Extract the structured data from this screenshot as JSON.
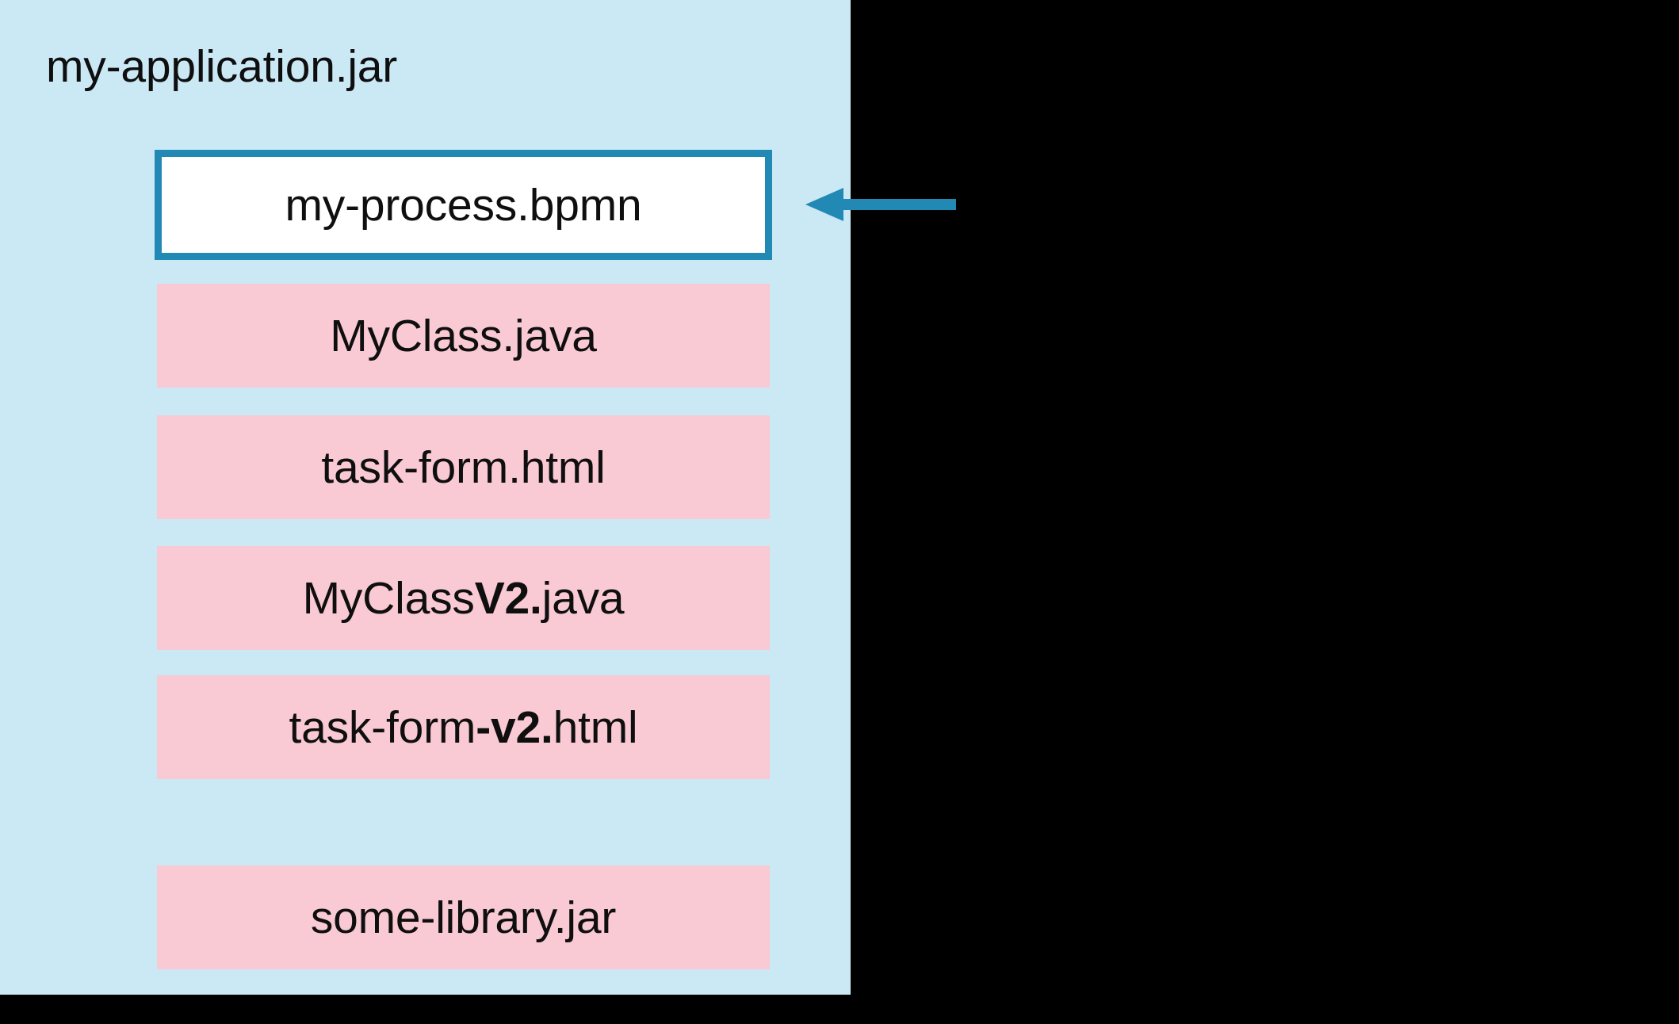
{
  "diagram": {
    "container": {
      "label": "my-application.jar",
      "background_color": "#cbe8f5"
    },
    "entries": [
      {
        "name": "my-process-bpmn",
        "text_plain": "my-process.bpmn",
        "parts": [
          {
            "text": "my-process.bpmn",
            "bold": false
          }
        ],
        "style": "highlighted",
        "fill_color": "#ffffff",
        "border_color": "#2189b3"
      },
      {
        "name": "myclass-java",
        "text_plain": "MyClass.java",
        "parts": [
          {
            "text": "MyClass.java",
            "bold": false
          }
        ],
        "style": "resource",
        "fill_color": "#f9c9d4"
      },
      {
        "name": "task-form-html",
        "text_plain": "task-form.html",
        "parts": [
          {
            "text": "task-form.html",
            "bold": false
          }
        ],
        "style": "resource",
        "fill_color": "#f9c9d4"
      },
      {
        "name": "myclassv2-java",
        "text_plain": "MyClassV2.java",
        "parts": [
          {
            "text": "MyClass",
            "bold": false
          },
          {
            "text": "V2.",
            "bold": true
          },
          {
            "text": "java",
            "bold": false
          }
        ],
        "style": "resource",
        "fill_color": "#f9c9d4"
      },
      {
        "name": "task-form-v2-html",
        "text_plain": "task-form-v2.html",
        "parts": [
          {
            "text": "task-form",
            "bold": false
          },
          {
            "text": "-v2.",
            "bold": true
          },
          {
            "text": "html",
            "bold": false
          }
        ],
        "style": "resource",
        "fill_color": "#f9c9d4"
      },
      {
        "name": "some-library-jar",
        "text_plain": "some-library.jar",
        "parts": [
          {
            "text": "some-library.jar",
            "bold": false
          }
        ],
        "style": "resource",
        "fill_color": "#f9c9d4"
      }
    ],
    "annotation_arrow": {
      "name": "left-arrow-icon",
      "color": "#2189b3",
      "direction": "left",
      "points_at": "my-process.bpmn"
    },
    "background_color": "#000000"
  }
}
